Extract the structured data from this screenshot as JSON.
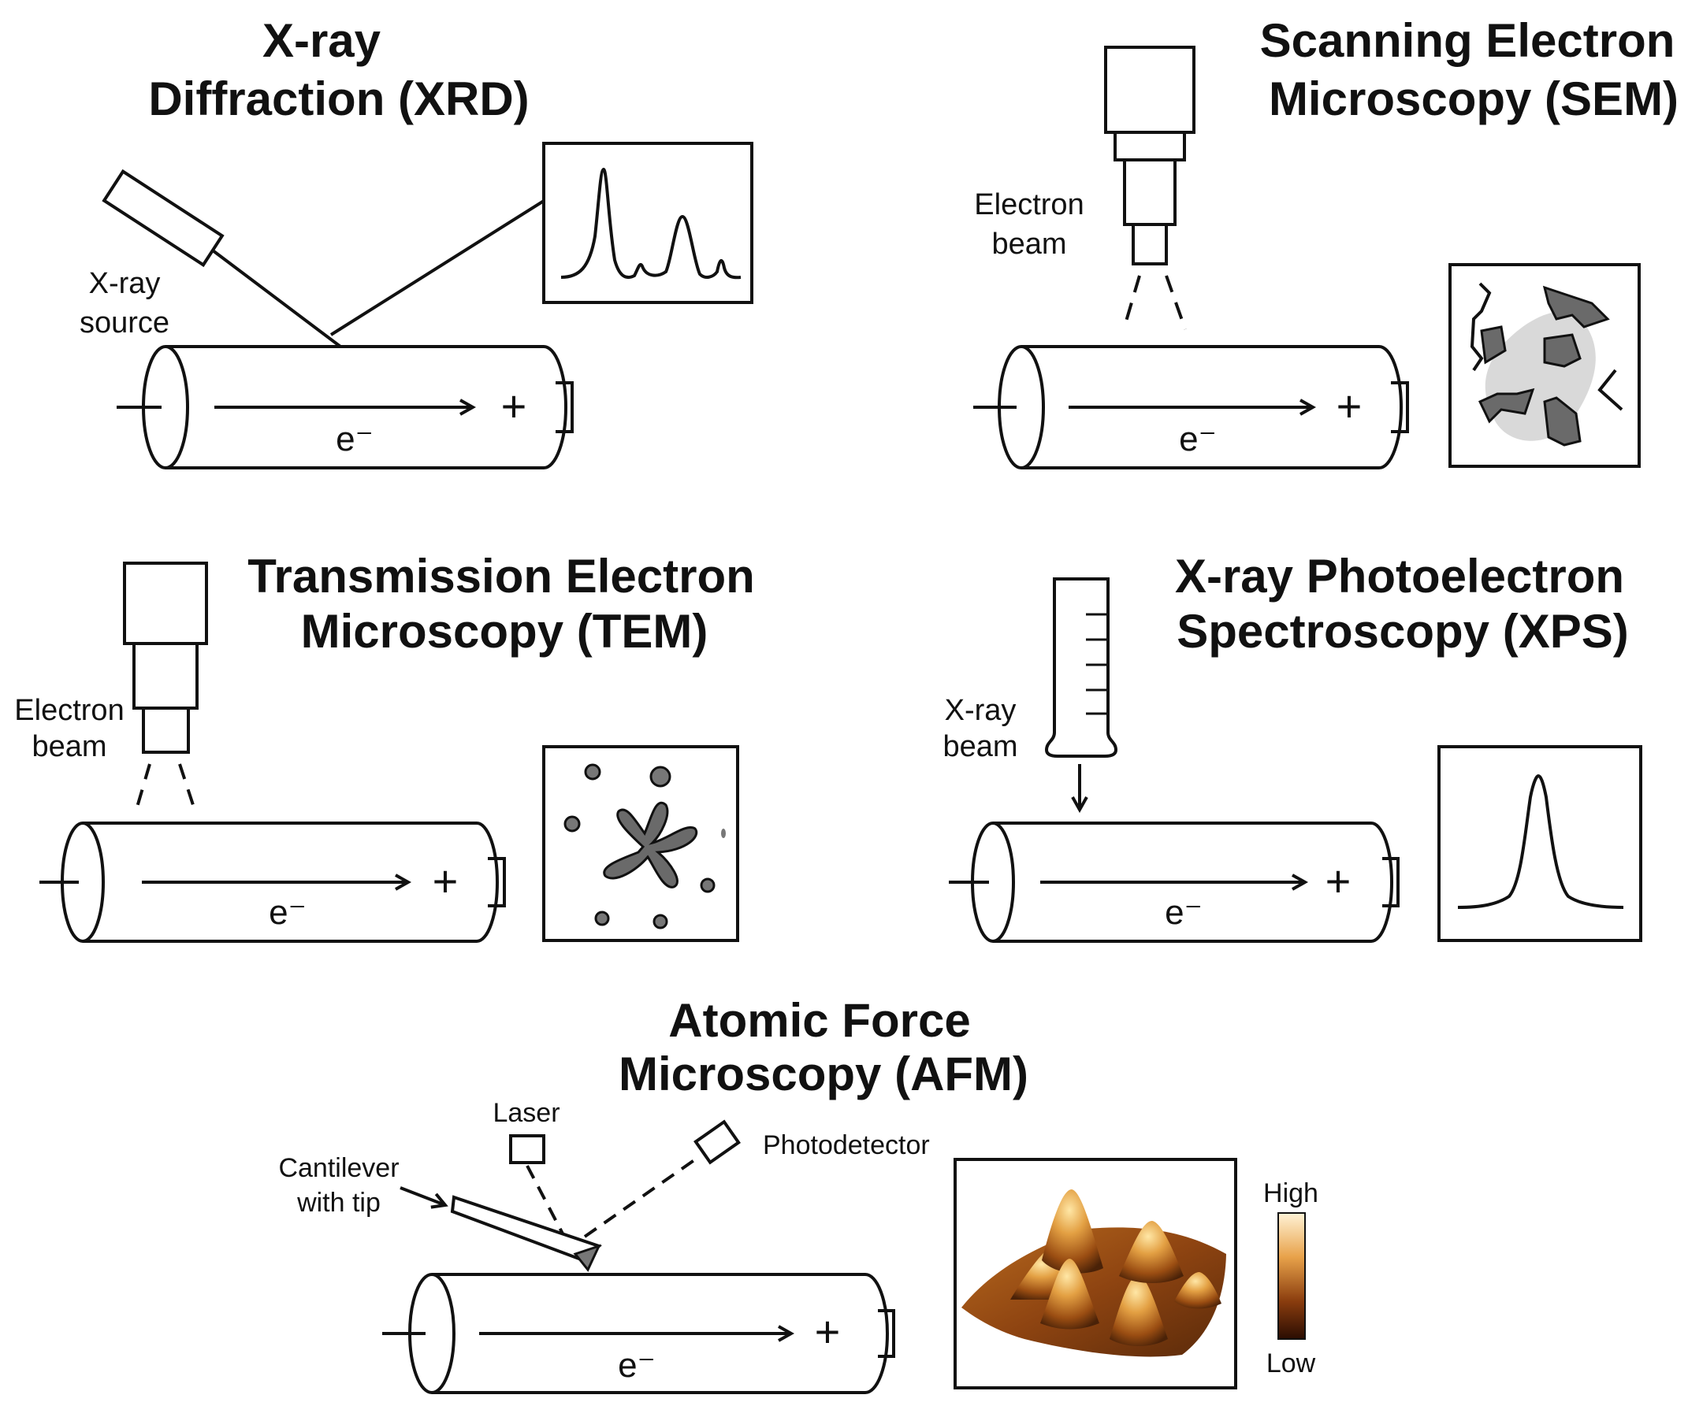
{
  "xrd": {
    "title_line1": "X-ray",
    "title_line2": "Diffraction (XRD)",
    "source_label_line1": "X-ray",
    "source_label_line2": "source"
  },
  "sem": {
    "title_line1": "Scanning Electron",
    "title_line2": "Microscopy (SEM)",
    "beam_label_line1": "Electron",
    "beam_label_line2": "beam"
  },
  "tem": {
    "title_line1": "Transmission Electron",
    "title_line2": "Microscopy (TEM)",
    "beam_label_line1": "Electron",
    "beam_label_line2": "beam"
  },
  "xps": {
    "title_line1": "X-ray Photoelectron",
    "title_line2": "Spectroscopy (XPS)",
    "beam_label_line1": "X-ray",
    "beam_label_line2": "beam"
  },
  "afm": {
    "title_line1": "Atomic Force",
    "title_line2": "Microscopy (AFM)",
    "laser_label": "Laser",
    "photodetector_label": "Photodetector",
    "cantilever_label_line1": "Cantilever",
    "cantilever_label_line2": "with tip",
    "scale_high": "High",
    "scale_low": "Low"
  },
  "battery": {
    "minus_sign": "−",
    "plus_sign": "+",
    "electron_label": "e⁻"
  },
  "colors": {
    "line": "#111111",
    "sem_grain_dark": "#6a6a6a",
    "sem_grain_light": "#d9d9d9",
    "afm_peak_light": "#f6d27a",
    "afm_peak_mid": "#c0741d",
    "afm_base_dark": "#4a2208"
  }
}
